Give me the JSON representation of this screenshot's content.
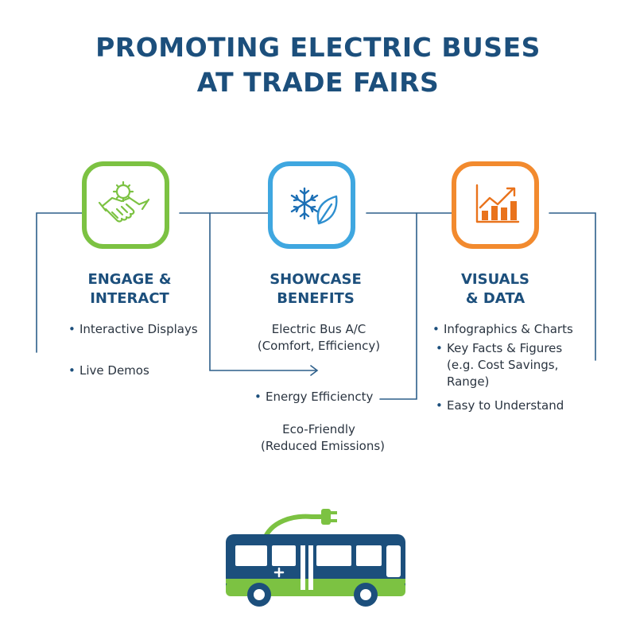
{
  "title": {
    "line1": "PROMOTING ELECTRIC BUSES",
    "line2": "AT TRADE FAIRS"
  },
  "colors": {
    "title": "#1c4f7c",
    "green": "#7cc242",
    "blue": "#3fa7e0",
    "orange": "#f28a2e",
    "line": "#2d5f8a"
  },
  "columns": [
    {
      "icon": "handshake-gear-icon",
      "heading_line1": "ENGAGE &",
      "heading_line2": "INTERACT",
      "items": [
        "Interactive Displays",
        "Live Demos"
      ]
    },
    {
      "icon": "snowflake-leaf-icon",
      "heading_line1": "SHOWCASE",
      "heading_line2": "BENEFITS",
      "items": [
        "Electric Bus A/C",
        "(Comfort, Efficiency)",
        "Energy Efficiencty",
        "Eco-Friendly",
        "(Reduced Emissions)"
      ]
    },
    {
      "icon": "bar-chart-icon",
      "heading_line1": "VISUALS",
      "heading_line2": "& DATA",
      "items": [
        "Infographics & Charts",
        "Key Facts & Figures",
        "(e.g. Cost Savings,",
        "Range)",
        "Easy to Understand"
      ]
    }
  ],
  "bus": {
    "icon": "electric-bus-icon",
    "plug_icon": "plug-icon"
  }
}
